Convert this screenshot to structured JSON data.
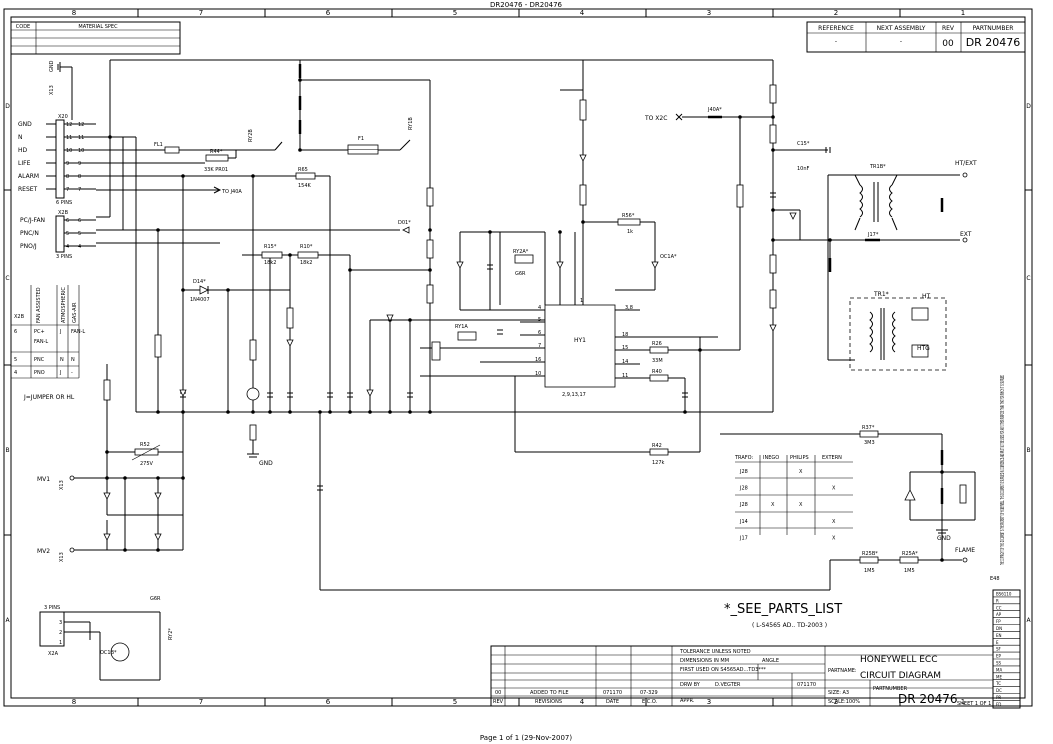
{
  "header": {
    "doc_top": "DR20476 - DR20476"
  },
  "footer": {
    "page_info": "Page 1 of 1 (29-Nov-2007)"
  },
  "grid": {
    "cols": [
      "8",
      "7",
      "6",
      "5",
      "4",
      "3",
      "2",
      "1"
    ],
    "rows": [
      "D",
      "C",
      "B",
      "A"
    ]
  },
  "material_spec": {
    "code_label": "CODE",
    "spec_label": "MATERIAL SPEC"
  },
  "ref_block": {
    "reference_label": "REFERENCE",
    "next_assembly_label": "NEXT ASSEMBLY",
    "rev_label": "REV",
    "partnumber_label": "PARTNUMBER",
    "reference_value": "-",
    "next_assembly_value": "-",
    "rev_value": "00",
    "partnumber_value": "DR 20476"
  },
  "connector_x20": {
    "name": "X20",
    "pins": [
      {
        "label": "GND",
        "pin": "12"
      },
      {
        "label": "N",
        "pin": "11"
      },
      {
        "label": "HD",
        "pin": "10"
      },
      {
        "label": "LIFE",
        "pin": "9"
      },
      {
        "label": "ALARM",
        "pin": "8"
      },
      {
        "label": "RESET",
        "pin": "7"
      }
    ],
    "pins_note": "6 PINS"
  },
  "connector_x2b": {
    "name": "X2B",
    "pins": [
      {
        "label": "PC/J-FAN",
        "pin": "6"
      },
      {
        "label": "PNC/N",
        "pin": "5"
      },
      {
        "label": "PNO/J",
        "pin": "4"
      }
    ],
    "pins_note": "3 PINS"
  },
  "option_table": {
    "col_headers": [
      "FAN ASSISTED",
      "ATMOSPHERIC",
      "GAS-AIR"
    ],
    "row_x2b": "X2B",
    "rows": [
      {
        "pin": "6",
        "a": "PC+",
        "b": "J",
        "c": "FAN-L",
        "a2": "FAN-L"
      },
      {
        "pin": "5",
        "a": "PNC",
        "b": "N",
        "c": "N"
      },
      {
        "pin": "4",
        "a": "PNO",
        "b": "J",
        "c": "-"
      }
    ],
    "note": "J=JUMPER OR HL"
  },
  "labels": {
    "gnd_top": "GND",
    "x13": "X13",
    "to_j40a": "TO J40A",
    "to_x2c": "TO X2C",
    "j40a": "J40A*",
    "ht_ext": "HT/EXT",
    "ext": "EXT",
    "ht": "HT",
    "htg": "HTG",
    "flame": "FLAME",
    "gnd_bottom": "GND",
    "gnd_right": "GND",
    "mv1": "MV1",
    "mv2": "MV2",
    "x13b": "X13",
    "x13c": "X13",
    "x2a": "X2A",
    "pins3": "3 PINS",
    "g6r": "G6R",
    "oc1b": "OC1B*",
    "ry2": "RY2*",
    "hy1": "HY1",
    "hy1_pins": "2,9,13,17",
    "tr1b": "TR1B*",
    "tr1": "TR1*",
    "f1": "F1",
    "fl1": "FL1",
    "ry1b": "RY1B",
    "ry2b": "RY2B",
    "ry1a": "RY1A",
    "ry2a": "RY2A*",
    "oc1a": "OC1A*",
    "d14": "D14*",
    "d14_type": "1N4007",
    "r44": "R44*",
    "r44_val": "33K PR01",
    "r65": "R65",
    "r65_val": "154K",
    "r15": "R15*",
    "r15_val": "18k2",
    "r10": "R10*",
    "r10_val": "18k2",
    "r52": "R52",
    "r52_val": "275V",
    "r26": "R26",
    "r26_val": "33M",
    "r40": "R40",
    "r42": "R42",
    "r42_val": "127k",
    "r37": "R37*",
    "r37_val": "3M3",
    "r25a": "R25A*",
    "r25a_val": "1M5",
    "r25b": "R25B*",
    "r25b_val": "1M5",
    "r56": "R56*",
    "r56_val": "1k",
    "c15": "C15*",
    "c15_val": "10nF",
    "j17": "J17*",
    "d01": "D01*",
    "sw_nums": [
      "12",
      "11",
      "10",
      "9",
      "8",
      "7",
      "6",
      "5",
      "4"
    ],
    "hy_pins_left": [
      "4",
      "5",
      "6",
      "7",
      "16",
      "10"
    ],
    "hy_pins_right": [
      "1",
      "3,8",
      "18",
      "15",
      "14",
      "11"
    ]
  },
  "jumper_table": {
    "headers": [
      "TRAFO:",
      "INEGO",
      "PHILIPS",
      "EXTERN"
    ],
    "rows": [
      {
        "name": "J28",
        "a": "",
        "b": "X",
        "c": ""
      },
      {
        "name": "J28",
        "a": "",
        "b": "",
        "c": "X"
      },
      {
        "name": "J28",
        "a": "X",
        "b": "X",
        "c": ""
      },
      {
        "name": "J14",
        "a": "",
        "b": "",
        "c": "X"
      },
      {
        "name": "J17",
        "a": "",
        "b": "",
        "c": "X"
      }
    ]
  },
  "notes": {
    "see_parts": "*_SEE_PARTS_LIST",
    "parts_ref": "( L-S4565 AD.. TD-2003 )",
    "copyright": "THE COPYRIGHT OF THIS DOCUMENT IS THE PROPERTY OF HONEYWELL. THIS DOCUMENT IS SUPPLIED IN CONFIDENCE AND MUST NOT BE USED FOR ANY OTHER PURPOSE THAN THAT FOR WHICH IT IS SUPPLIED",
    "e48": "E48"
  },
  "title_block": {
    "tolerance": "TOLERANCE UNLESS NOTED",
    "dimensions": "DIMENSIONS IN MM",
    "angle": "ANGLE",
    "first_used": "FIRST USED ON S4565AD...TD3***",
    "drawn_by_label": "DRW BY",
    "drawn_by": "D.VEGTER",
    "date1": "071170",
    "appr_label": "APPR.",
    "company": "HONEYWELL ECC",
    "doc_type": "CIRCUIT DIAGRAM",
    "partname_label": "PARTNAME:",
    "partnumber_label": "PARTNUMBER",
    "partnumber": "DR 20476",
    "size": "SIZE: A3",
    "scale": "SCALE:100%",
    "sheet": "SHEET 1 OF 1",
    "rev_rows": [
      {
        "rev": "00",
        "rev_desc": "ADDED TO FILE",
        "date": "071170",
        "eco": "07-329"
      }
    ],
    "rev_headers": [
      "REV",
      "REVISIONS",
      "DATE",
      "E.C.O."
    ]
  },
  "side_codes": [
    "BS6110",
    "R",
    "CC",
    "AP",
    "FP",
    "DN",
    "EN",
    "E",
    "SF",
    "EP",
    "SS",
    "MA",
    "ME",
    "TC",
    "DC",
    "PR",
    "FD"
  ]
}
